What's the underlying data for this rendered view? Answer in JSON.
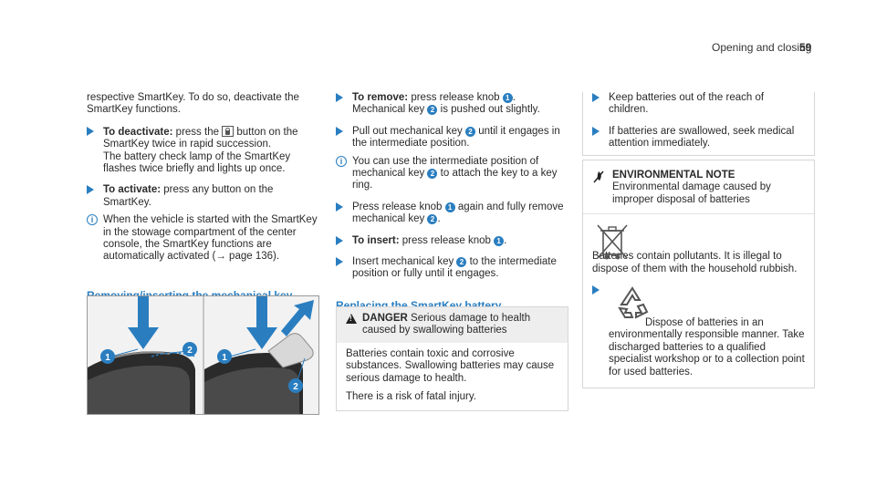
{
  "header": {
    "section": "Opening and closing",
    "page": "59"
  },
  "col1": {
    "intro": "respective SmartKey. To do so, deactivate the SmartKey functions.",
    "deactivate_label": "To deactivate:",
    "deactivate_pre": " press the ",
    "deactivate_post": " button on the SmartKey twice in rapid succession.",
    "deactivate_line2": "The battery check lamp of the SmartKey flashes twice briefly and lights up once.",
    "activate_label": "To activate:",
    "activate_text": " press any button on the SmartKey.",
    "note": "When the vehicle is started with the SmartKey in the stowage compartment of the center console, the SmartKey functions are automatically activated (→ page 136).",
    "section_title": "Removing/inserting the mechanical key",
    "figure_labels": [
      "1",
      "2",
      "1",
      "2"
    ]
  },
  "col2": {
    "remove_label": "To remove:",
    "remove_a": " press release knob ",
    "remove_b": ".",
    "remove_c": "Mechanical key ",
    "remove_d": " is pushed out slightly.",
    "pull_a": "Pull out mechanical key ",
    "pull_b": " until it engages in the intermediate position.",
    "note_a": "You can use the intermediate position of mechanical key ",
    "note_b": " to attach the key to a key ring.",
    "press_a": "Press release knob ",
    "press_b": " again and fully remove mechanical key ",
    "press_c": ".",
    "insert_label": "To insert:",
    "insert_a": " press release knob ",
    "insert_b": ".",
    "insert2_a": "Insert mechanical key ",
    "insert2_b": " to the intermediate position or fully until it engages.",
    "section_title": "Replacing the SmartKey battery",
    "danger_label": "DANGER",
    "danger_title": " Serious damage to health caused by swallowing batteries",
    "danger_p1": "Batteries contain toxic and corrosive substances. Swallowing batteries may cause serious damage to health.",
    "danger_p2": "There is a risk of fatal injury.",
    "num1": "1",
    "num2": "2"
  },
  "col3": {
    "keep": "Keep batteries out of the reach of children.",
    "swallowed": "If batteries are swallowed, seek medical attention immediately.",
    "env_label": "ENVIRONMENTAL NOTE",
    "env_title": " Environmental damage caused by improper disposal of batteries",
    "env_p1": "Batteries contain pollutants. It is illegal to dispose of them with the household rubbish.",
    "env_p2": "Dispose of batteries in an environmentally responsible manner. Take discharged batteries to a qualified specialist workshop or to a collection point for used batteries."
  },
  "colors": {
    "accent": "#2a7ec0",
    "text": "#2a2a2a",
    "box_border": "#d6d6d6"
  },
  "icons": [
    "lock-button-icon",
    "info-icon",
    "step-arrow-icon",
    "danger-triangle-icon",
    "environment-icon",
    "crossed-bin-icon",
    "recycle-icon"
  ]
}
